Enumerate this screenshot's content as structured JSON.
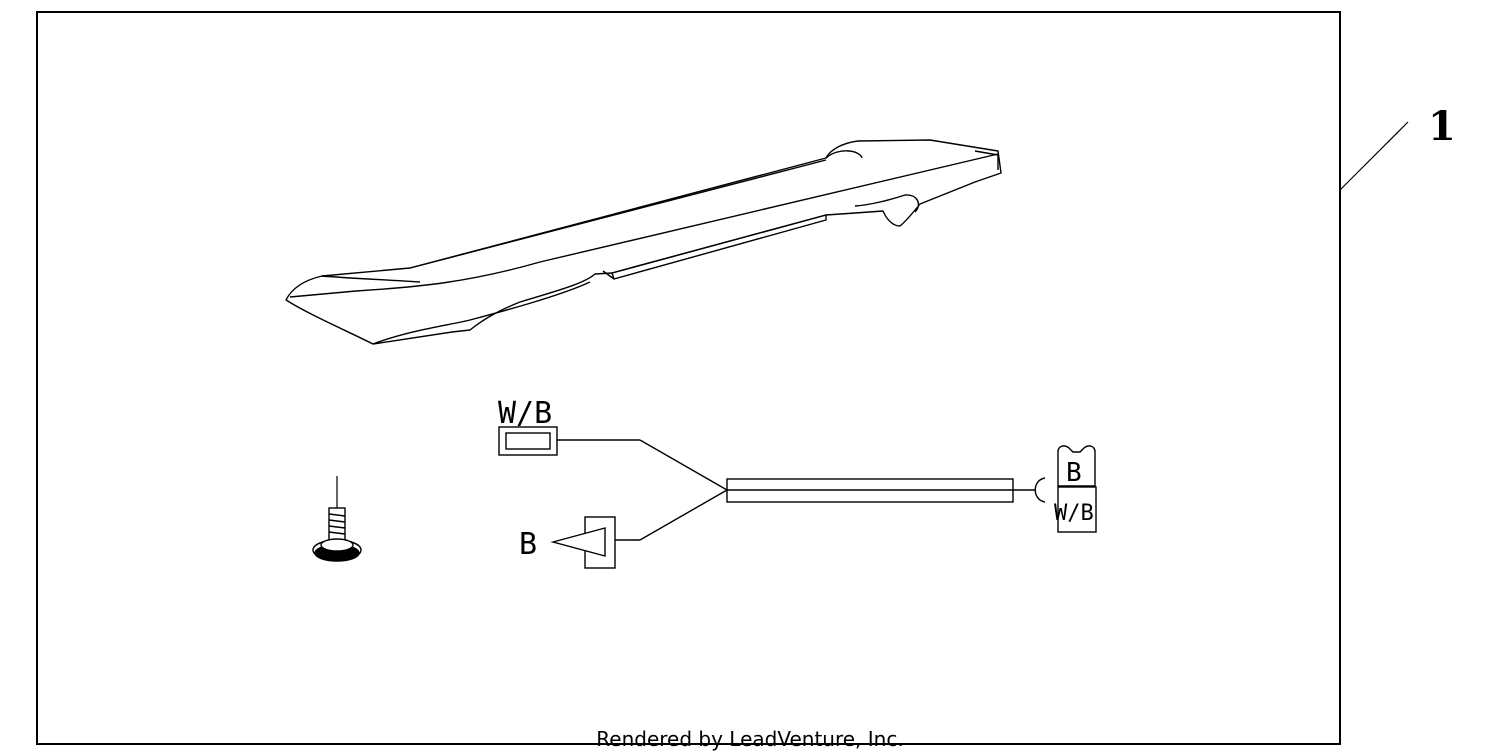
{
  "callout": {
    "number": "1"
  },
  "wire_labels": {
    "wb_left": "W/B",
    "b_left": "B",
    "b_right": "B",
    "wb_right": "W/B"
  },
  "footer": {
    "text": "Rendered by LeadVenture, Inc."
  }
}
